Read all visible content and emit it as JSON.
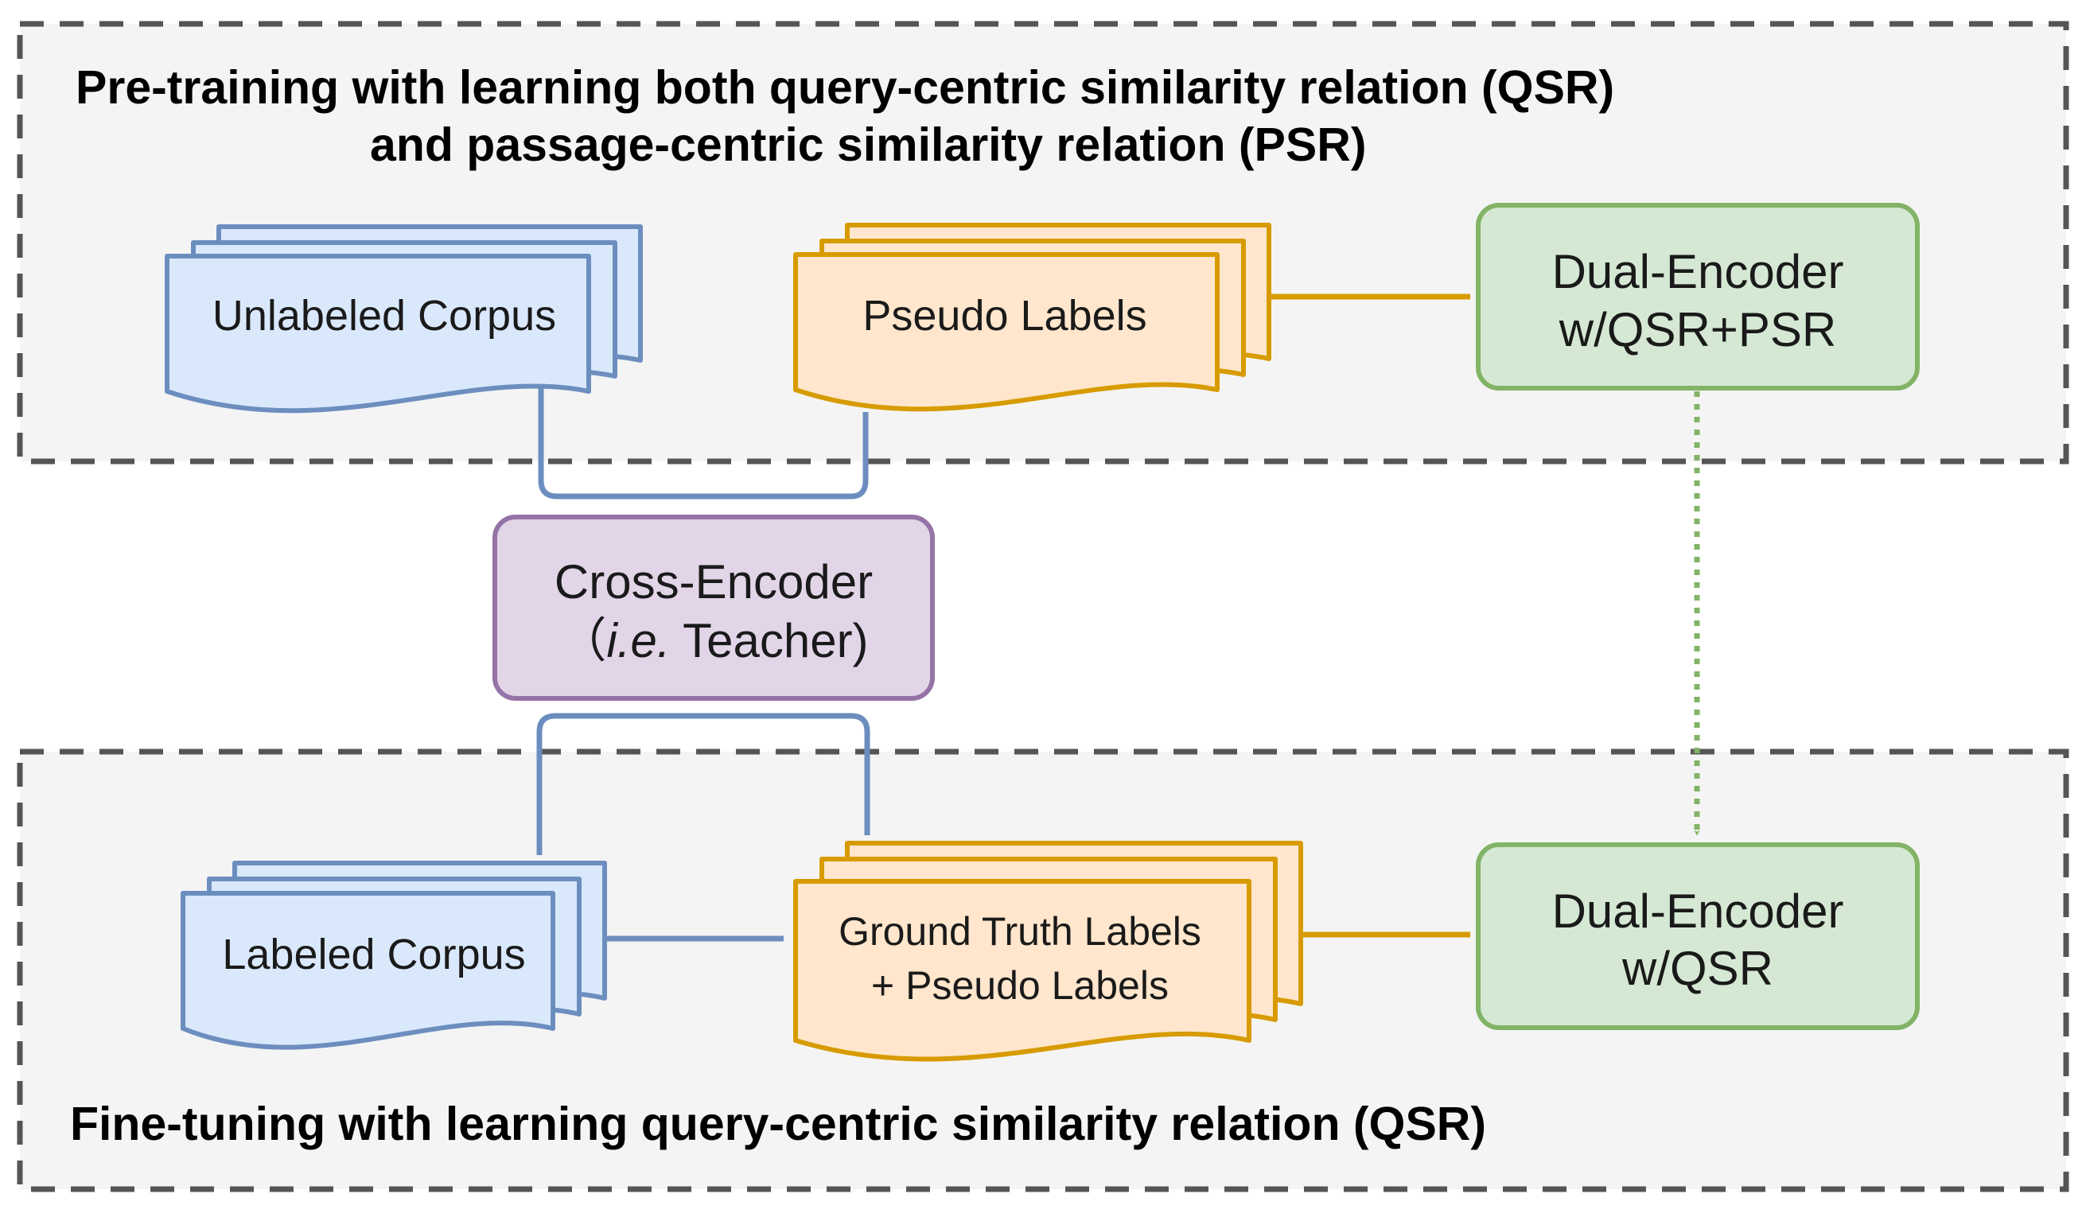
{
  "sections": {
    "pretraining": {
      "title_line1": "Pre-training with learning both query-centric similarity relation (QSR)",
      "title_line2": "and passage-centric similarity relation (PSR)"
    },
    "finetuning": {
      "title": "Fine-tuning with learning query-centric similarity relation (QSR)"
    }
  },
  "nodes": {
    "unlabeled_corpus": {
      "label": "Unlabeled Corpus"
    },
    "pseudo_labels": {
      "label": "Pseudo Labels"
    },
    "dual_encoder_pretrain": {
      "line1": "Dual-Encoder",
      "line2": "w/QSR+PSR"
    },
    "cross_encoder": {
      "line1": "Cross-Encoder",
      "line2_open": "（",
      "line2_italic": "i.e.",
      "line2_rest": " Teacher)"
    },
    "labeled_corpus": {
      "label": "Labeled Corpus"
    },
    "gt_pseudo_labels": {
      "line1": "Ground Truth Labels",
      "line2": "+ Pseudo Labels"
    },
    "dual_encoder_finetune": {
      "line1": "Dual-Encoder",
      "line2": "w/QSR"
    }
  },
  "colors": {
    "section_fill": "#f4f4f4",
    "section_border": "#555555",
    "blue_fill": "#dae8fc",
    "blue_stroke": "#6c8ebf",
    "orange_fill": "#ffe6cc",
    "orange_stroke": "#d79b00",
    "green_fill": "#d5e8d4",
    "green_stroke": "#82b366",
    "purple_fill": "#e1d5e7",
    "purple_stroke": "#9673a6"
  }
}
